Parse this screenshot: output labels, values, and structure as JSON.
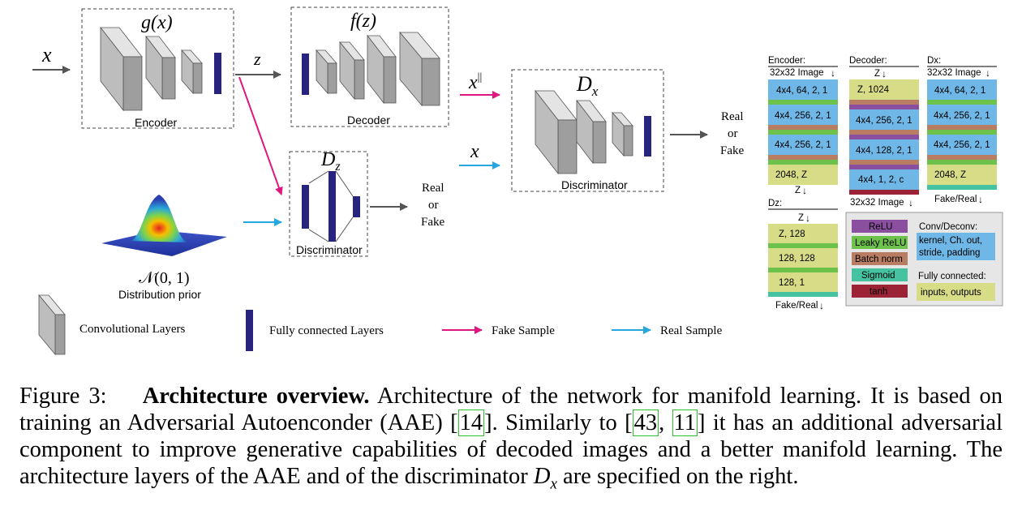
{
  "colors": {
    "fake_arrow": "#e0177e",
    "real_arrow": "#27a7e0",
    "fc_layer": "#27247f",
    "conv_face": "#bdbdbd",
    "relu": "#8a4f9e",
    "leaky_relu": "#6cc24a",
    "batch_norm": "#b87d62",
    "sigmoid": "#45c29f",
    "tanh": "#9b2335",
    "conv_box": "#6fb7e6",
    "fc_box": "#d7dc86",
    "legend_bg": "#e6e6e6"
  },
  "diagram": {
    "input_x": "x",
    "encoder_func": "g(x)",
    "encoder_label": "Encoder",
    "latent_z": "z",
    "decoder_func": "f(z)",
    "decoder_label": "Decoder",
    "x_recon": "x",
    "x_recon_sup": "||",
    "x_real": "x",
    "dx_title_main": "D",
    "dx_title_sub": "x",
    "dx_label": "Discriminator",
    "dz_title_main": "D",
    "dz_title_sub": "z",
    "dz_label": "Discriminator",
    "out_dx": [
      "Real",
      "or",
      "Fake"
    ],
    "out_dz": [
      "Real",
      "or",
      "Fake"
    ],
    "prior_formula": "𝒩(0, 1)",
    "prior_label": "Distribution prior"
  },
  "legend": {
    "conv": "Convolutional Layers",
    "fc": "Fully connected Layers",
    "fake": "Fake Sample",
    "real": "Real Sample"
  },
  "specs": {
    "encoder": {
      "title": "Encoder:",
      "input": "32x32 Image",
      "layers": [
        "4x4, 64, 2, 1",
        "4x4, 256, 2, 1",
        "4x4, 256, 2, 1"
      ],
      "fc": "2048, Z",
      "output": "Z"
    },
    "decoder": {
      "title": "Decoder:",
      "input": "Z",
      "fc": "Z, 1024",
      "layers": [
        "4x4, 256, 2, 1",
        "4x4, 128, 2, 1",
        "4x4, 1, 2, c"
      ],
      "output": "32x32 Image"
    },
    "dx": {
      "title": "Dx:",
      "input": "32x32 Image",
      "layers": [
        "4x4, 64, 2, 1",
        "4x4, 256, 2, 1",
        "4x4, 256, 2, 1"
      ],
      "fc": "2048, Z",
      "output": "Fake/Real"
    },
    "dz": {
      "title": "Dz:",
      "input": "Z",
      "layers": [
        "Z, 128",
        "128, 128",
        "128, 1"
      ],
      "output": "Fake/Real"
    }
  },
  "act_legend": {
    "items": [
      "ReLU",
      "Leaky ReLU",
      "Batch norm",
      "Sigmoid",
      "tanh"
    ],
    "conv_title": "Conv/Deconv:",
    "conv_desc": [
      "kernel, Ch. out,",
      "stride, padding"
    ],
    "fc_title": "Fully connected:",
    "fc_desc": "inputs, outputs"
  },
  "caption": {
    "fig": "Figure 3:",
    "bold": "Architecture overview.",
    "t1": " Architecture of the network for manifold learning. It is based on training an Adversarial Autoenconder (AAE) [",
    "c1": "14",
    "t2": "]. Similarly to [",
    "c2": "43",
    "t3": ", ",
    "c3": "11",
    "t4": "] it has an additional adversarial component to improve generative capabilities of decoded images and a better manifold learning. The architecture layers of the AAE and of the discriminator ",
    "dmain": "D",
    "dsub": "x",
    "t5": " are specified on the right."
  }
}
